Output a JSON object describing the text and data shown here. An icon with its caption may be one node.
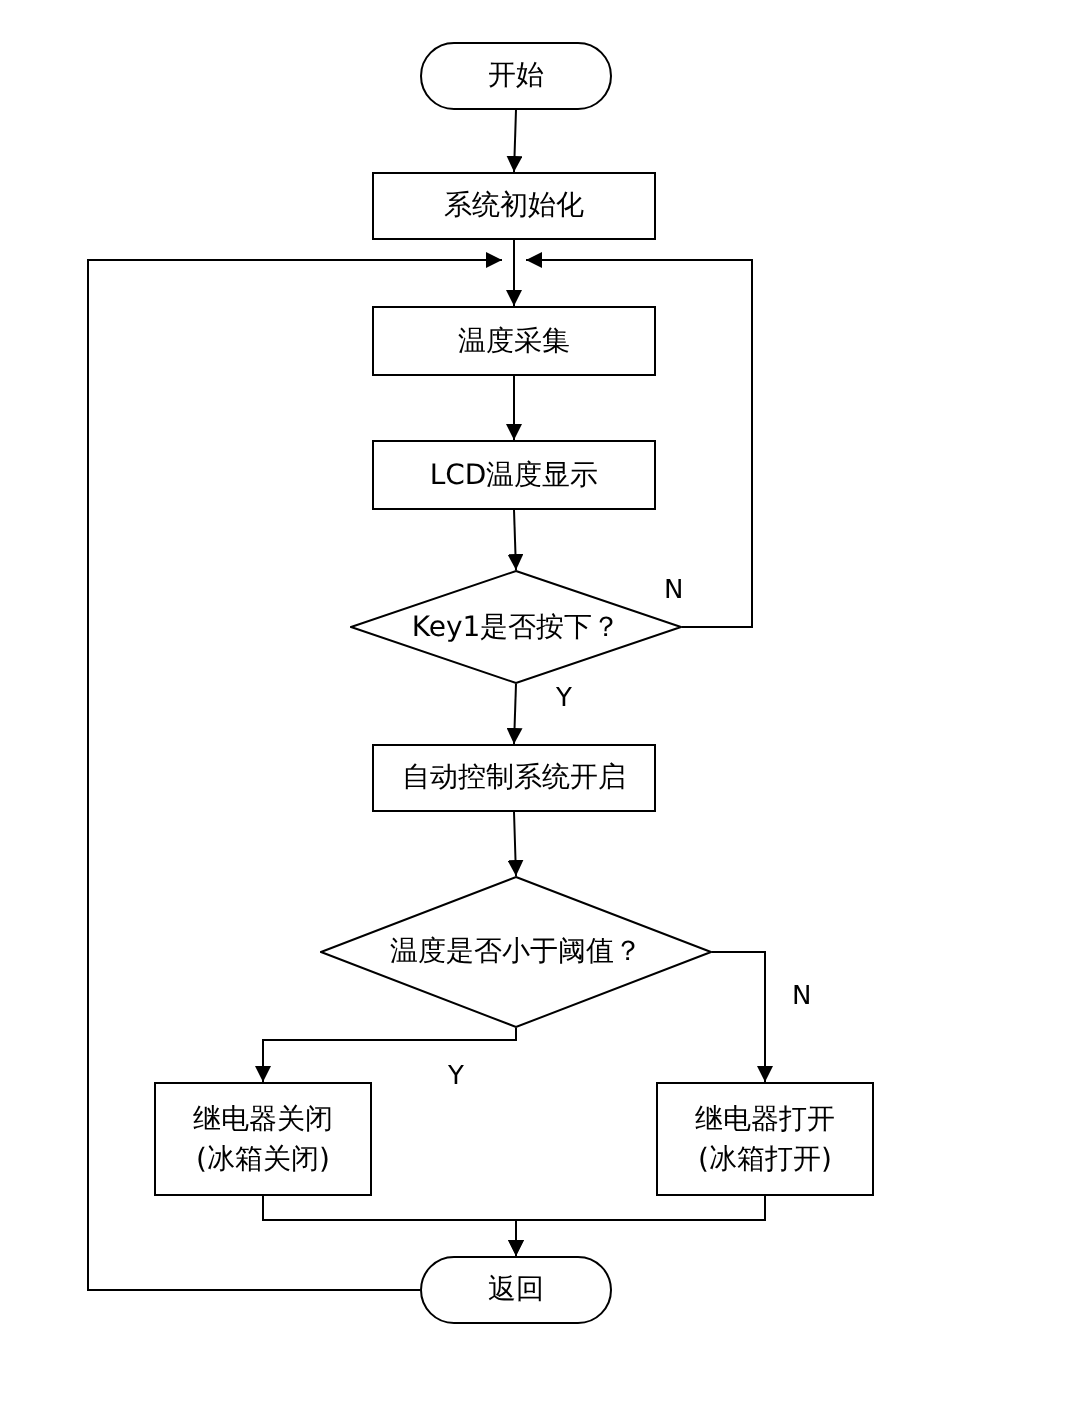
{
  "diagram": {
    "nodes": [
      {
        "text": [
          "开始"
        ]
      },
      {
        "text": [
          "系统初始化"
        ]
      },
      {
        "text": [
          "温度采集"
        ]
      },
      {
        "text": [
          "LCD温度显示"
        ]
      },
      {
        "text": [
          "Key1是否按下？"
        ]
      },
      {
        "text": [
          "自动控制系统开启"
        ]
      },
      {
        "text": [
          "温度是否小于阈值？"
        ]
      },
      {
        "text": [
          "继电器关闭(冰箱关闭)"
        ]
      },
      {
        "text": [
          "继电器打开(冰箱打开)"
        ]
      },
      {
        "text": [
          "返回"
        ]
      }
    ],
    "edges": [
      {
        "from": 0,
        "to": 1,
        "arrow": "to"
      },
      {
        "from": 1,
        "to": 2,
        "arrow": "to"
      },
      {
        "from": 2,
        "to": 3,
        "arrow": "to"
      },
      {
        "from": 3,
        "to": 4,
        "arrow": "to"
      },
      {
        "from": 4,
        "to": 5,
        "arrow": "to",
        "label": "Y"
      },
      {
        "from": 4,
        "to": 2,
        "arrow": "to",
        "label": "N"
      },
      {
        "from": 5,
        "to": 6,
        "arrow": "to"
      },
      {
        "from": 6,
        "to": 7,
        "arrow": "to",
        "label": "Y"
      },
      {
        "from": 6,
        "to": 8,
        "arrow": "to",
        "label": "N"
      },
      {
        "from": 7,
        "to": 9,
        "arrow": "to"
      },
      {
        "from": 8,
        "to": 9,
        "arrow": "to"
      },
      {
        "from": 9,
        "to": 2,
        "arrow": "to"
      }
    ]
  }
}
